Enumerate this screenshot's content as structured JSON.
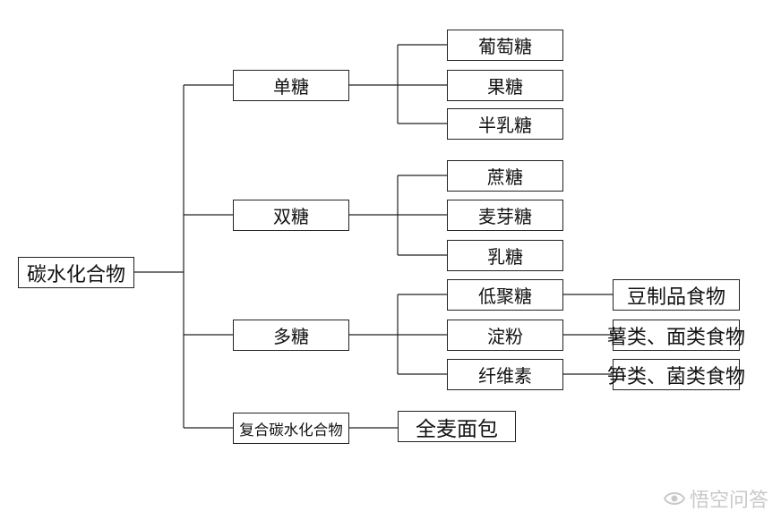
{
  "root": {
    "label": "碳水化合物"
  },
  "categories": [
    {
      "label": "单糖",
      "children": [
        {
          "label": "葡萄糖"
        },
        {
          "label": "果糖"
        },
        {
          "label": "半乳糖"
        }
      ]
    },
    {
      "label": "双糖",
      "children": [
        {
          "label": "蔗糖"
        },
        {
          "label": "麦芽糖"
        },
        {
          "label": "乳糖"
        }
      ]
    },
    {
      "label": "多糖",
      "children": [
        {
          "label": "低聚糖",
          "food": "豆制品食物"
        },
        {
          "label": "淀粉",
          "food": "薯类、面类食物"
        },
        {
          "label": "纤维素",
          "food": "笋类、菌类食物"
        }
      ]
    },
    {
      "label": "复合碳水化合物",
      "children": [
        {
          "label": "全麦面包"
        }
      ]
    }
  ],
  "watermark": {
    "text": "悟空问答",
    "icon": "eye-logo-icon"
  },
  "colors": {
    "line": "#222222",
    "watermark": "#c9c9c9"
  }
}
